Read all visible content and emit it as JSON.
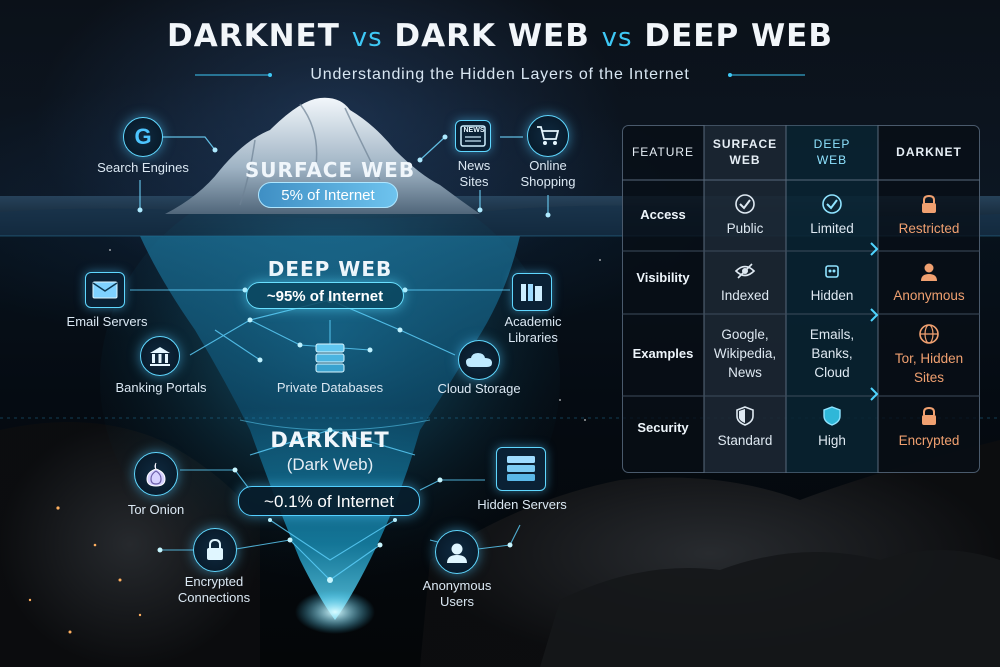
{
  "header": {
    "title_part1": "DARKNET",
    "vs1": "vs",
    "title_part2": "DARK WEB",
    "vs2": "vs",
    "title_part3": "DEEP WEB",
    "subtitle": "Understanding the Hidden Layers of the Internet"
  },
  "surface": {
    "title": "SURFACE WEB",
    "share": "5% of Internet",
    "items": {
      "search": "Search Engines",
      "news_line1": "News",
      "news_line2": "Sites",
      "shop_line1": "Online",
      "shop_line2": "Shopping",
      "news_icon_text": "NEWS",
      "search_icon_text": "G"
    }
  },
  "deep": {
    "title": "DEEP WEB",
    "share": "~95% of Internet",
    "items": {
      "email": "Email Servers",
      "academic_line1": "Academic",
      "academic_line2": "Libraries",
      "banking": "Banking Portals",
      "databases": "Private Databases",
      "cloud": "Cloud Storage"
    }
  },
  "darknet": {
    "title": "DARKNET",
    "subtitle": "(Dark Web)",
    "share": "~0.1% of Internet",
    "items": {
      "tor": "Tor Onion",
      "hidden": "Hidden Servers",
      "encrypted_line1": "Encrypted",
      "encrypted_line2": "Connections",
      "anon_line1": "Anonymous",
      "anon_line2": "Users"
    }
  },
  "table": {
    "headers": {
      "feature": "FEATURE",
      "surface_line1": "SURFACE",
      "surface_line2": "WEB",
      "deep_line1": "DEEP",
      "deep_line2": "WEB",
      "darknet": "DARKNET"
    },
    "rows": [
      {
        "label": "Access",
        "surface": [
          "Public"
        ],
        "deep": [
          "Limited"
        ],
        "darknet": [
          "Restricted"
        ]
      },
      {
        "label": "Visibility",
        "surface": [
          "Indexed"
        ],
        "deep": [
          "Hidden"
        ],
        "darknet": [
          "Anonymous"
        ]
      },
      {
        "label": "Examples",
        "surface": [
          "Google,",
          "Wikipedia,",
          "News"
        ],
        "deep": [
          "Emails,",
          "Banks,",
          "Cloud"
        ],
        "darknet": [
          "Tor, Hidden",
          "Sites"
        ]
      },
      {
        "label": "Security",
        "surface": [
          "Standard"
        ],
        "deep": [
          "High"
        ],
        "darknet": [
          "Encrypted"
        ]
      }
    ]
  },
  "colors": {
    "accent": "#3ec8f5",
    "darknet_text": "#f0a070",
    "background": "#05080d"
  }
}
